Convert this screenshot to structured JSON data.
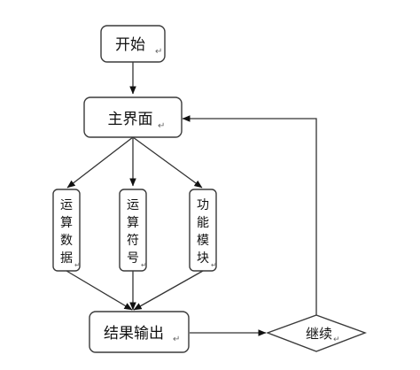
{
  "diagram": {
    "nodes": {
      "start": "开始",
      "main_ui": "主界面",
      "operand": "运算数据",
      "operator": "运算符号",
      "function": "功能模块",
      "output": "结果输出",
      "continue": "继续"
    },
    "paragraph_mark": "↵"
  }
}
